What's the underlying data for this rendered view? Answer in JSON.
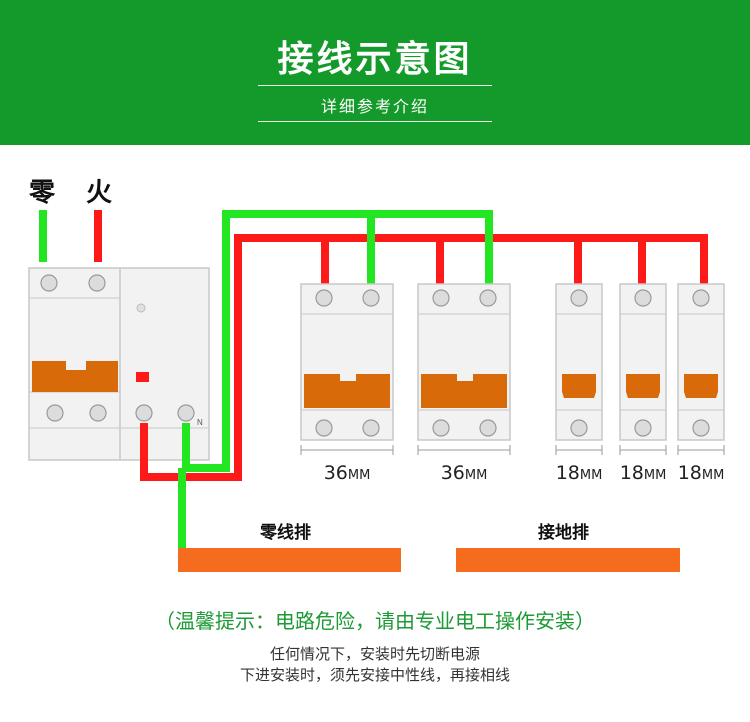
{
  "header": {
    "title": "接线示意图",
    "subtitle": "详细参考介绍"
  },
  "wires": {
    "neutral_label": "零",
    "live_label": "火"
  },
  "breakers": [
    {
      "width": "36",
      "unit": "MM"
    },
    {
      "width": "36",
      "unit": "MM"
    },
    {
      "width": "18",
      "unit": "MM"
    },
    {
      "width": "18",
      "unit": "MM"
    },
    {
      "width": "18",
      "unit": "MM"
    }
  ],
  "rcd": {
    "terminal_label": "N"
  },
  "bars": {
    "neutral_bar": "零线排",
    "ground_bar": "接地排"
  },
  "footer": {
    "warning": "（温馨提示：电路危险，请由专业电工操作安装）",
    "note_line1": "任何情况下，安装时先切断电源",
    "note_line2": "下进安装时，须先安接中性线，再接相线"
  },
  "colors": {
    "banner": "#149a2a",
    "live_wire": "#ff1a1a",
    "neutral_wire": "#22e622",
    "switch_handle": "#d96a0a",
    "busbar": "#f56c1f",
    "warning_text": "#1c9a35"
  }
}
